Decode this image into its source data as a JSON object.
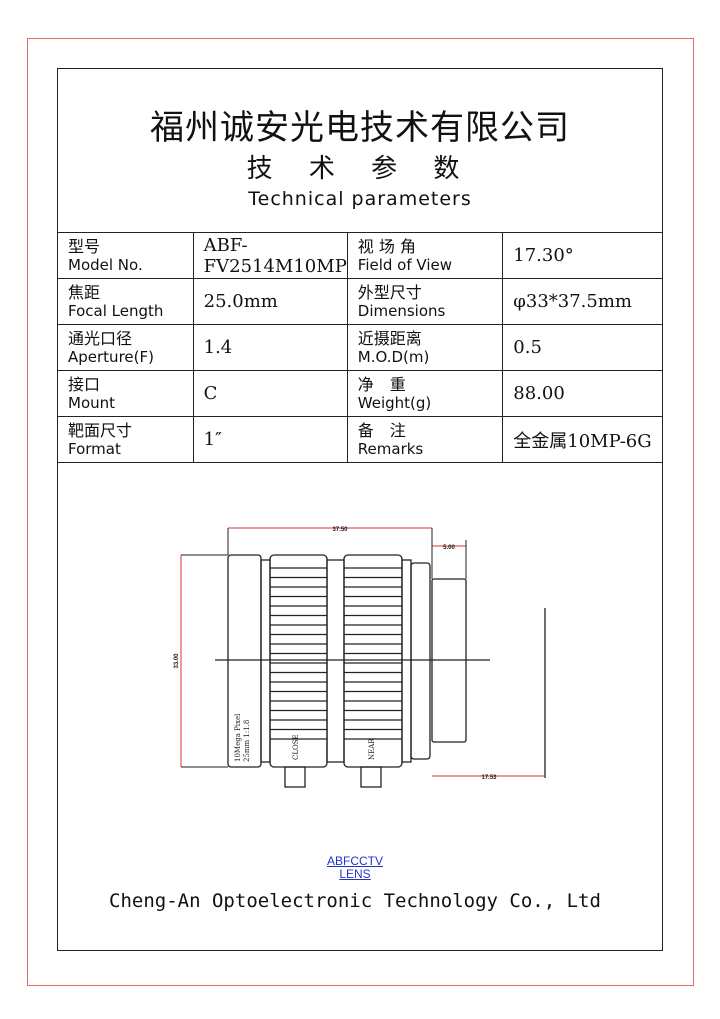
{
  "header": {
    "company_cn": "福州诚安光电技术有限公司",
    "subtitle_cn": "技 术 参 数",
    "subtitle_en": "Technical parameters"
  },
  "specs": [
    {
      "l_cn": "型号",
      "l_en": "Model No.",
      "l_val": "ABF-FV2514M10MP",
      "r_cn": "视 场 角",
      "r_en": "Field of View",
      "r_val": "17.30°"
    },
    {
      "l_cn": "焦距",
      "l_en": "Focal Length",
      "l_val": "25.0mm",
      "r_cn": "外型尺寸",
      "r_en": "Dimensions",
      "r_val": "φ33*37.5mm"
    },
    {
      "l_cn": "通光口径",
      "l_en": "Aperture(F)",
      "l_val": "1.4",
      "r_cn": "近摄距离",
      "r_en": "M.O.D(m)",
      "r_val": "0.5"
    },
    {
      "l_cn": "接口",
      "l_en": "Mount",
      "l_val": "C",
      "r_cn": "净　重",
      "r_en": "Weight(g)",
      "r_val": "88.00"
    },
    {
      "l_cn": "靶面尺寸",
      "l_en": "Format",
      "l_val": "1″",
      "r_cn": "备　注",
      "r_en": "Remarks",
      "r_val": "全金属10MP-6G"
    }
  ],
  "drawing": {
    "dim_length": "37.50",
    "dim_mount": "5.00",
    "dim_diameter": "33.00",
    "dim_back": "17.53",
    "lens_text1": "10Mega Pixel",
    "lens_text2": "25mm  1:1.8",
    "ring1": "CLOSE",
    "ring2": "NEAR"
  },
  "link": {
    "line1": "ABFCCTV",
    "line2": "LENS"
  },
  "footer": "Cheng-An Optoelectronic Technology Co., Ltd"
}
